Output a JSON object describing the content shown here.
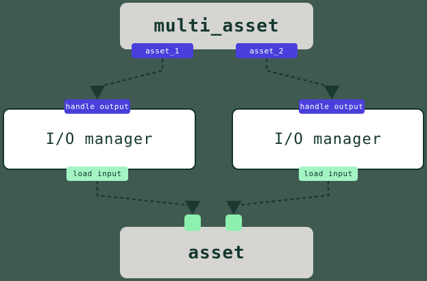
{
  "colors": {
    "background": "#3f5a50",
    "node_gray": "#d6d5d2",
    "node_white": "#ffffff",
    "node_text": "#15372f",
    "border_dark": "#12332b",
    "badge_purple": "#4a3fdb",
    "badge_purple_text": "#ffffff",
    "badge_green": "#a2f4c5",
    "port_green": "#8df0ae",
    "arrow": "#1a3a31"
  },
  "nodes": {
    "multi_asset": {
      "label": "multi_asset",
      "outputs": [
        {
          "label": "asset_1"
        },
        {
          "label": "asset_2"
        }
      ]
    },
    "io_manager_left": {
      "label": "I/O manager",
      "handle_output_label": "handle output",
      "load_input_label": "load input"
    },
    "io_manager_right": {
      "label": "I/O manager",
      "handle_output_label": "handle output",
      "load_input_label": "load input"
    },
    "asset": {
      "label": "asset"
    }
  }
}
